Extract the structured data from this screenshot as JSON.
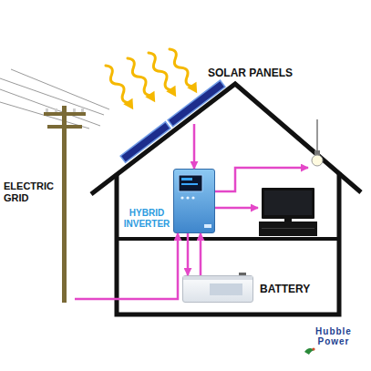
{
  "diagram": {
    "nodes": [
      {
        "text": [
          "SOLAR PANELS"
        ]
      },
      {
        "text": [
          "ELECTRIC GRID"
        ]
      },
      {
        "text": [
          "HYBRID INVERTER"
        ]
      },
      {
        "text": [
          "BATTERY"
        ]
      }
    ],
    "edges": [
      {
        "from": 0,
        "to": 2,
        "arrow": "to"
      },
      {
        "from": 1,
        "to": 2,
        "arrow": "to"
      },
      {
        "from": 2,
        "to": 3,
        "arrow": "to"
      },
      {
        "from": 3,
        "to": 2,
        "arrow": "to"
      }
    ],
    "labels": [
      "Hubble Power"
    ]
  }
}
